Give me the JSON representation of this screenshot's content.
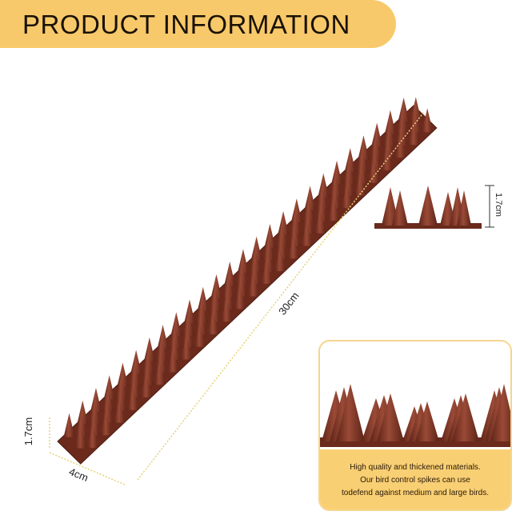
{
  "banner": {
    "title": "PRODUCT INFORMATION"
  },
  "dimensions": {
    "length": "30cm",
    "width": "4cm",
    "height_main": "1.7cm",
    "height_side": "1.7cm"
  },
  "panel": {
    "lines": [
      "High quality and thickened materials.",
      "Our bird control spikes can use",
      "todefend against medium and large birds."
    ]
  },
  "colors": {
    "banner": "#f8c96a",
    "spike": "#7a3526",
    "panel_bottom": "#f9cf73"
  }
}
